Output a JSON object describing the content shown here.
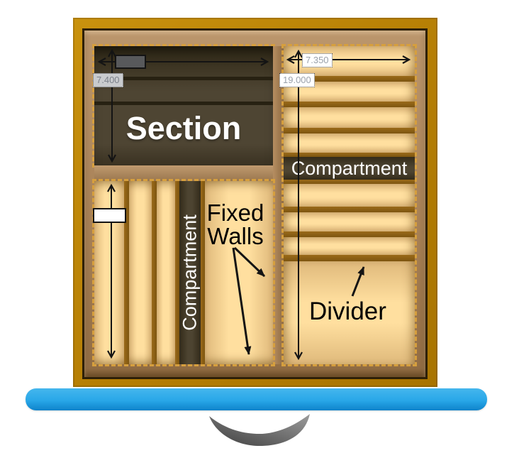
{
  "diagram": {
    "section": {
      "label": "Section"
    },
    "left_compartment": {
      "label": "Compartment"
    },
    "right_compartment": {
      "label": "Compartment"
    },
    "annotations": {
      "fixed_walls_line1": "Fixed",
      "fixed_walls_line2": "Walls",
      "divider": "Divider"
    },
    "dimensions": {
      "section_width_value": "",
      "section_height_value": "7.400",
      "left_column_height_value": "",
      "right_width_value": "7.350",
      "right_height_value": "19.000"
    }
  },
  "colors": {
    "gold_border": "#b57e04",
    "frame_tan": "#ab8257",
    "cream": "#ffdf9f",
    "wall_brown": "#8a5f14",
    "dark_wood": "#4a4130",
    "dash_accent": "#d69f3e",
    "base_blue": "#29a7e8",
    "arrow_black": "#141414"
  }
}
